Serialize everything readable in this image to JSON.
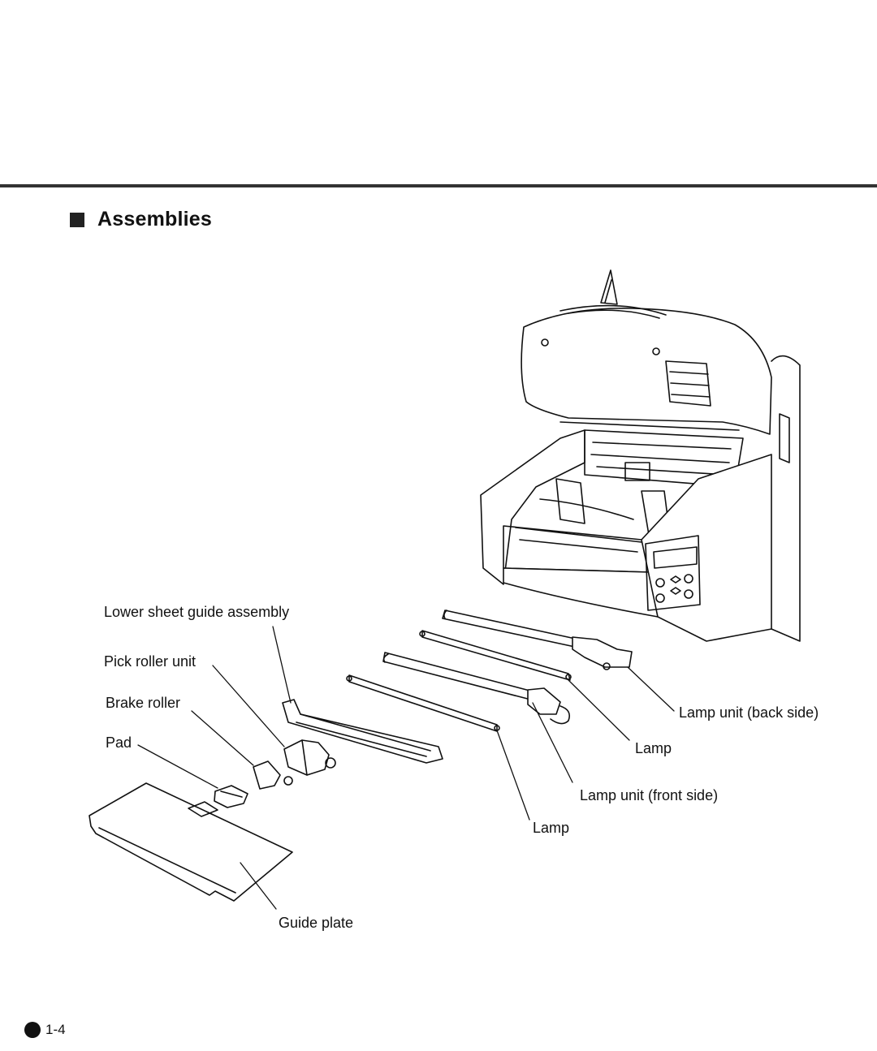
{
  "section": {
    "title": "Assemblies"
  },
  "labels": {
    "lower_sheet_guide": "Lower sheet guide assembly",
    "pick_roller": "Pick roller unit",
    "brake_roller": "Brake roller",
    "pad": "Pad",
    "lamp_unit_back": "Lamp unit (back side)",
    "lamp_1": "Lamp",
    "lamp_unit_front": "Lamp unit (front side)",
    "lamp_2": "Lamp",
    "guide_plate": "Guide plate"
  },
  "footer": {
    "page_number": "1-4"
  },
  "colors": {
    "ink": "#111111",
    "rule": "#333333"
  }
}
